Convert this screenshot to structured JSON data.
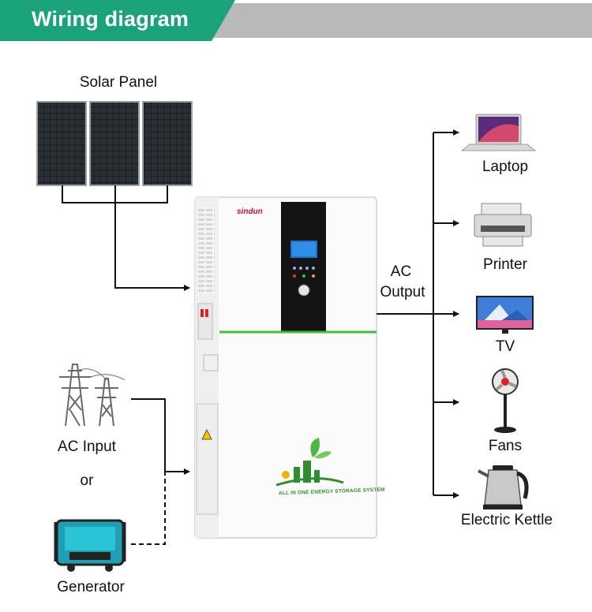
{
  "header": {
    "title": "Wiring diagram",
    "accent_color": "#1aa37a",
    "bar_color": "#b9b9b9"
  },
  "inputs": {
    "solar_label": "Solar Panel",
    "ac_input_label": "AC Input",
    "or_label": "or",
    "generator_label": "Generator"
  },
  "output": {
    "ac_label_line1": "AC",
    "ac_label_line2": "Output"
  },
  "device": {
    "brand": "sindun",
    "tagline": "ALL IN ONE ENERGY STORAGE SYSTEM",
    "stripe_color": "#3cc142"
  },
  "loads": [
    "Laptop",
    "Printer",
    "TV",
    "Fans",
    "Electric Kettle"
  ]
}
